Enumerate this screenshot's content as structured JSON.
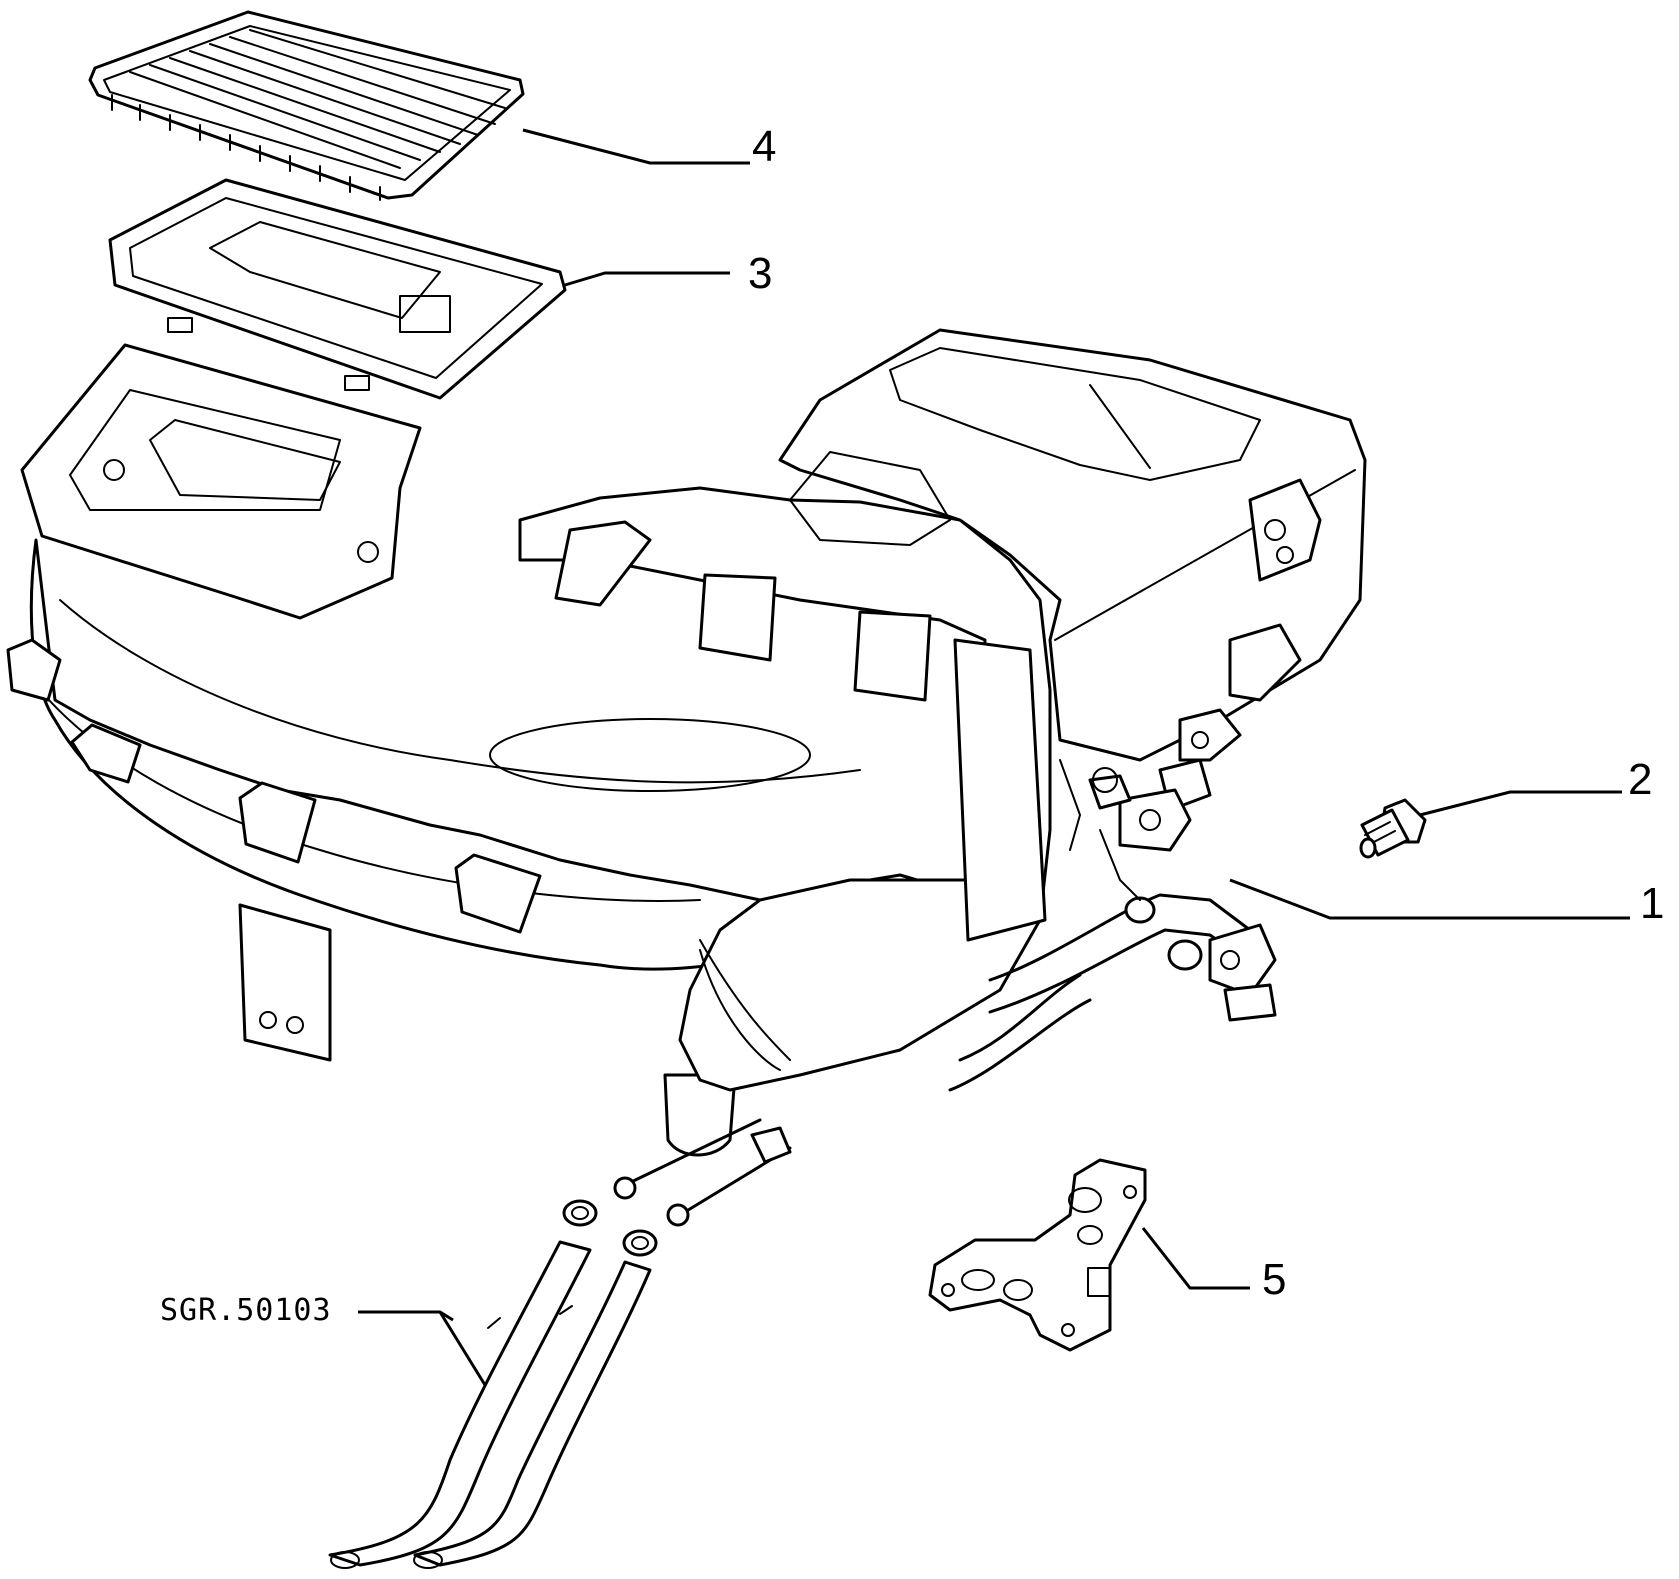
{
  "diagram": {
    "callouts": [
      {
        "id": "1",
        "label": "1"
      },
      {
        "id": "2",
        "label": "2"
      },
      {
        "id": "3",
        "label": "3"
      },
      {
        "id": "4",
        "label": "4"
      },
      {
        "id": "5",
        "label": "5"
      }
    ],
    "reference": "SGR.50103"
  }
}
